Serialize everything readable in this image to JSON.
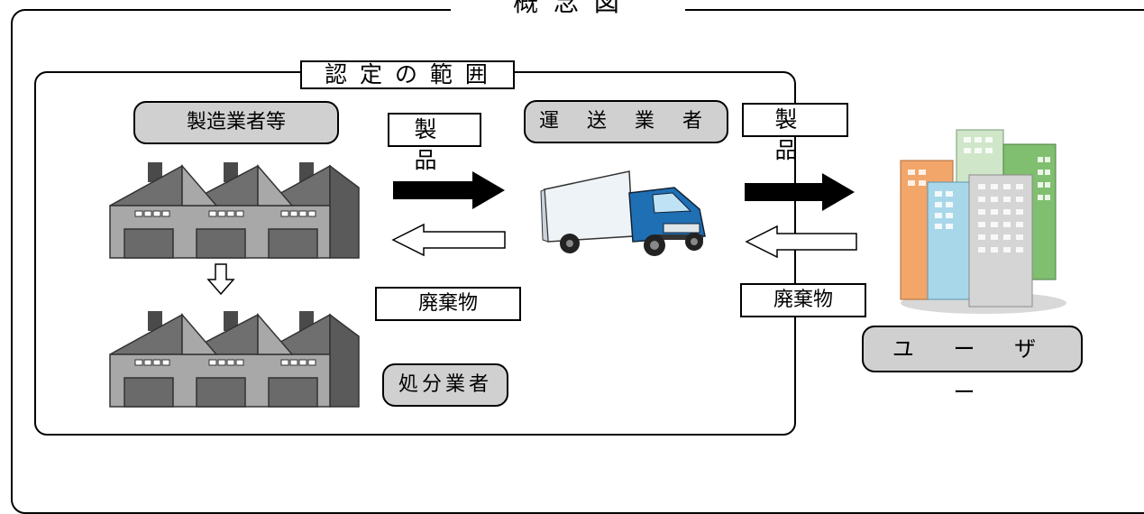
{
  "title": "概 念 図",
  "scope_label": "認 定 の 範 囲",
  "nodes": {
    "manufacturer": "製造業者等",
    "transporter": "運 送 業 者",
    "disposal": "処分業者",
    "user": "ユ ー ザ ー"
  },
  "flows": {
    "product_1": "製 品",
    "product_2": "製 品",
    "waste_1": "廃棄物",
    "waste_2": "廃棄物"
  },
  "icons": [
    "factory-icon",
    "truck-icon",
    "buildings-icon",
    "arrow-right-icon",
    "arrow-left-icon",
    "arrow-down-icon"
  ],
  "colors": {
    "pill_fill": "#d0d0d0",
    "factory_wall": "#a8a8a8",
    "factory_roof": "#6f6f6f",
    "truck_cab": "#1f6fb5",
    "arrow_solid": "#000000"
  }
}
